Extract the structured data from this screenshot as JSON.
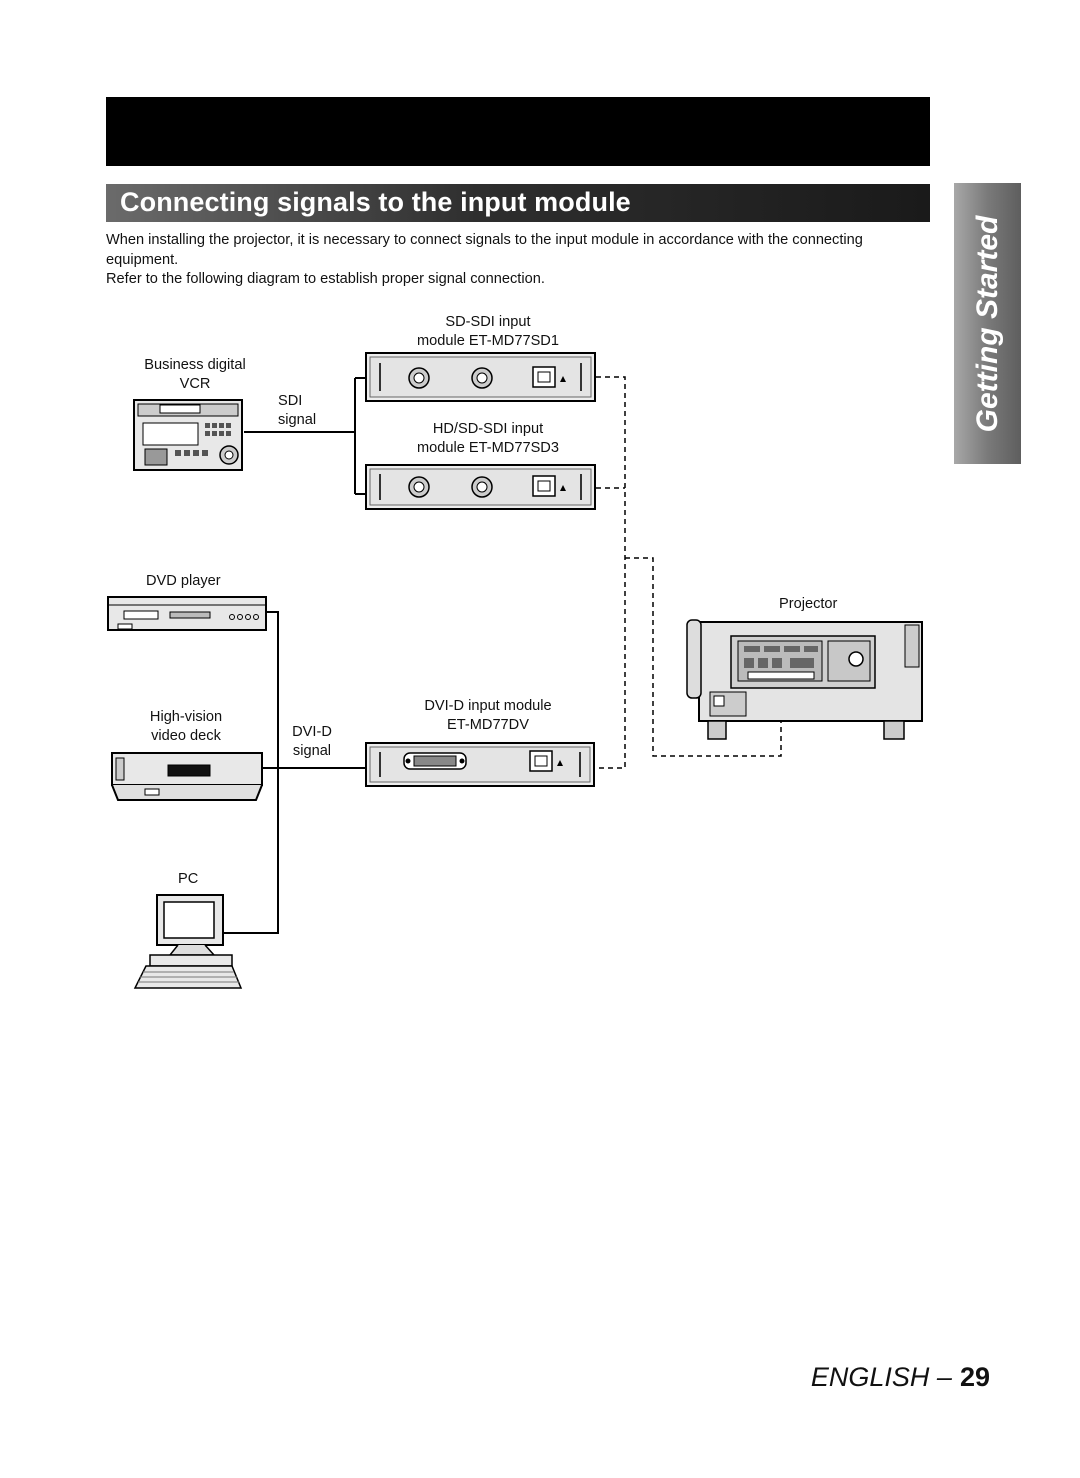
{
  "header": {
    "section_title": "Connecting signals to the input module",
    "side_tab": "Getting Started"
  },
  "intro": {
    "para1": "When installing the projector, it is necessary to connect signals to the input module in accordance with the connecting equipment.",
    "para2": "Refer to the following diagram to establish proper signal connection."
  },
  "diagram": {
    "vcr_label_1": "Business digital",
    "vcr_label_2": "VCR",
    "sdi_signal_1": "SDI",
    "sdi_signal_2": "signal",
    "module1_label_1": "SD-SDI input",
    "module1_label_2": "module ET-MD77SD1",
    "module2_label_1": "HD/SD-SDI input",
    "module2_label_2": "module ET-MD77SD3",
    "dvd_label": "DVD player",
    "hv_label_1": "High-vision",
    "hv_label_2": "video deck",
    "dvid_signal_1": "DVI-D",
    "dvid_signal_2": "signal",
    "module3_label_1": "DVI-D input module",
    "module3_label_2": "ET-MD77DV",
    "projector_label": "Projector",
    "pc_label": "PC"
  },
  "footer": {
    "language": "ENGLISH –",
    "page_number": "29"
  }
}
